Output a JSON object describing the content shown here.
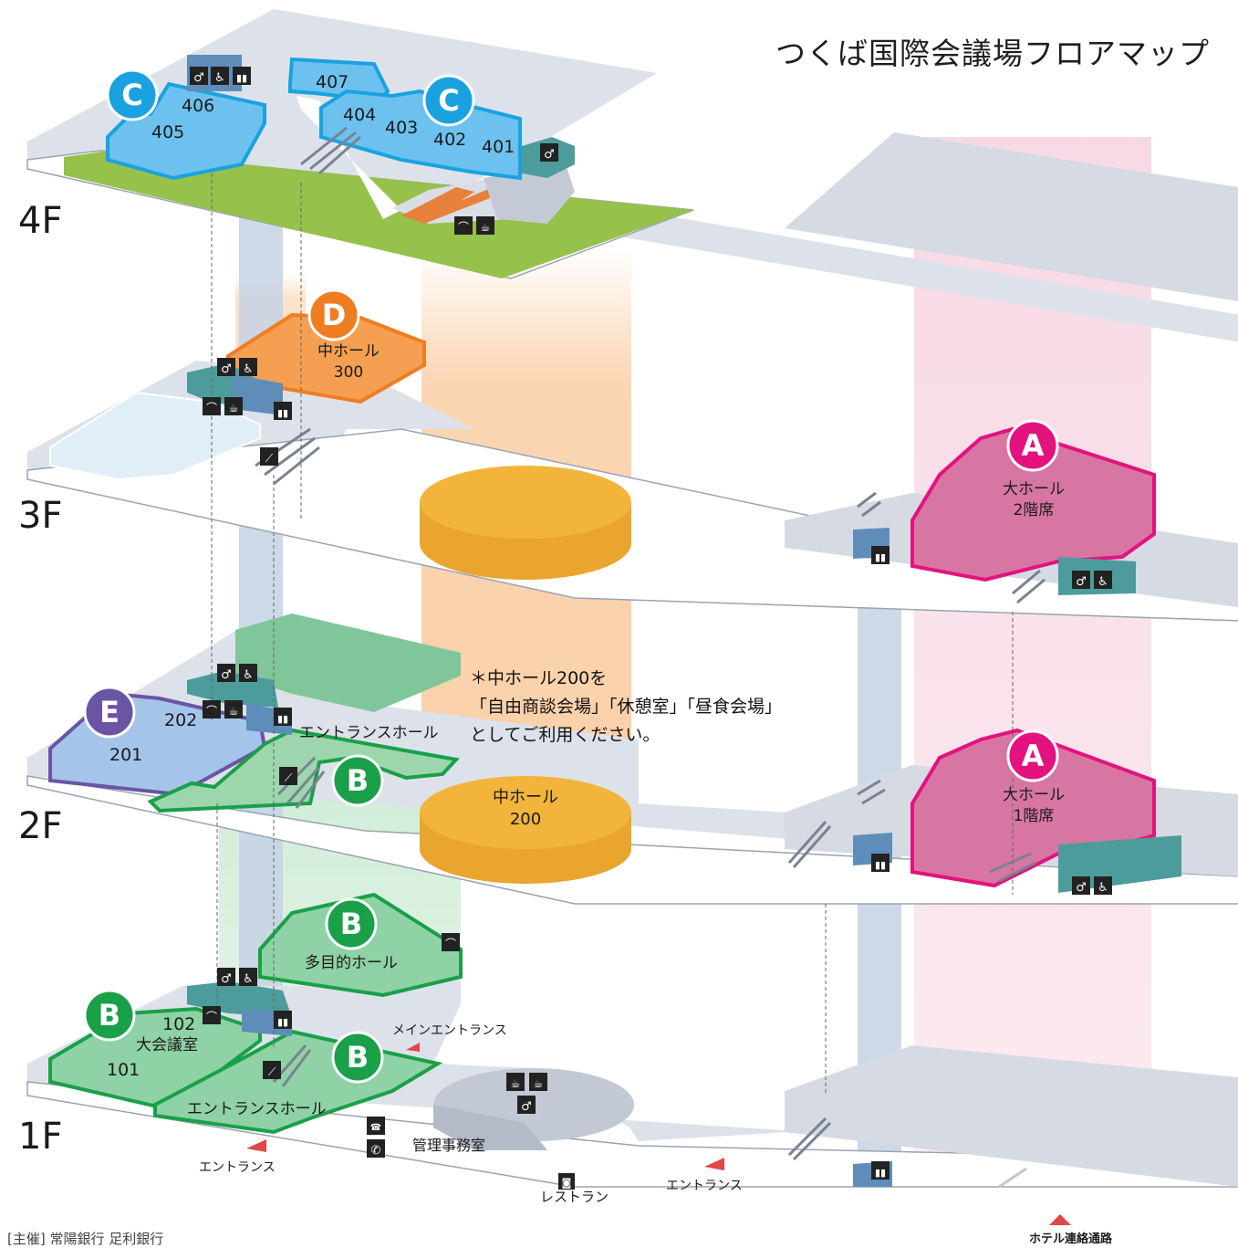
{
  "title": "つくば国際会議場フロアマップ",
  "floors": [
    "4F",
    "3F",
    "2F",
    "1F"
  ],
  "zones": {
    "A": "A",
    "B": "B",
    "C": "C",
    "D": "D",
    "E": "E"
  },
  "rooms": {
    "r401": "401",
    "r402": "402",
    "r403": "403",
    "r404": "404",
    "r405": "405",
    "r406": "406",
    "r407": "407",
    "r201": "201",
    "r202": "202",
    "r101": "101",
    "r102": "102",
    "mid300_name": "中ホール",
    "mid300_num": "300",
    "mid200_name": "中ホール",
    "mid200_num": "200",
    "great_hall_2": "大ホール",
    "great_hall_2_sub": "2階席",
    "great_hall_1": "大ホール",
    "great_hall_1_sub": "1階席",
    "entrance_hall_2f": "エントランスホール",
    "entrance_hall_1f": "エントランスホール",
    "multipurpose_hall": "多目的ホール",
    "conference_room": "大会議室",
    "office": "管理事務室",
    "restaurant": "レストラン"
  },
  "entrances": {
    "main": "メインエントランス",
    "left": "エントランス",
    "center": "エントランス",
    "hotel": "ホテル連絡通路"
  },
  "note": {
    "line1": "＊中ホール200を",
    "line2": "「自由商談会場」「休憩室」「昼食会場」",
    "line3": "としてご利用ください。"
  },
  "legend_text": "[主催] 常陽銀行 足利銀行",
  "colors": {
    "zone_A": "#e3127e",
    "zone_B": "#19a049",
    "zone_C": "#1aa2e0",
    "zone_D": "#ef7d22",
    "zone_E": "#6a54a3",
    "hall_gold": "#f2b43a",
    "floor_gray": "#d9dee7",
    "column_blue": "#b8c6dc"
  },
  "icons": [
    "restroom-icon",
    "wheelchair-icon",
    "elevator-icon",
    "smoking-icon",
    "vending-icon",
    "phone-icon",
    "fax-icon",
    "escalator-icon"
  ]
}
